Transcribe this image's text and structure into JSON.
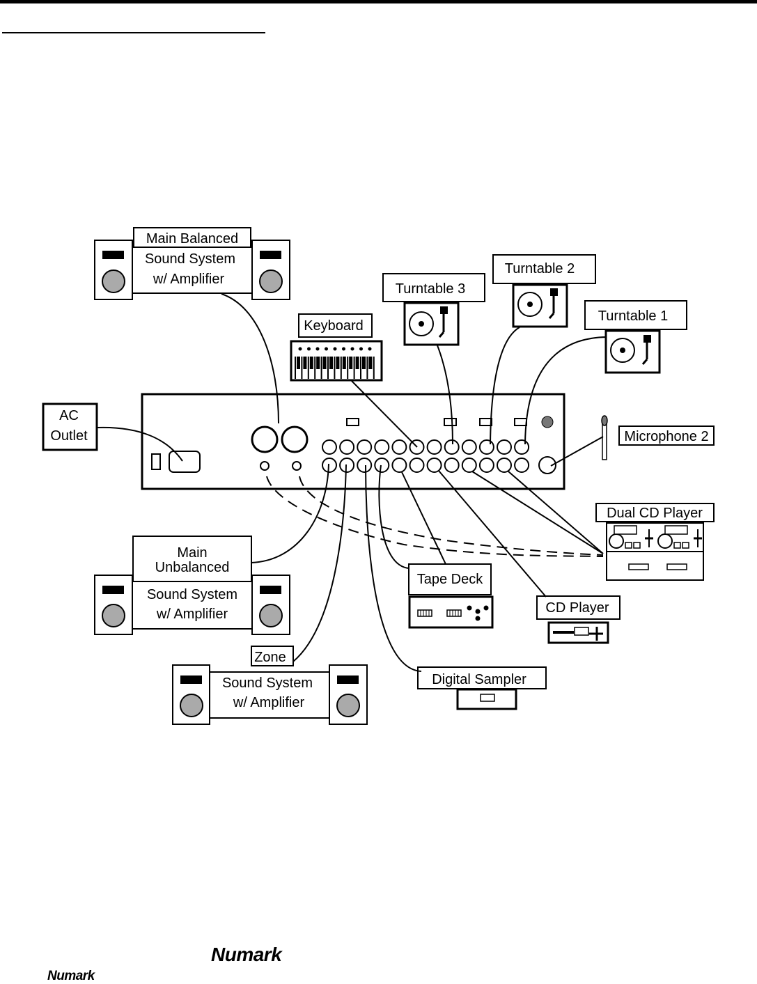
{
  "labels": {
    "main_balanced_title": "Main Balanced",
    "main_balanced_line1": "Sound System",
    "main_balanced_line2": "w/ Amplifier",
    "main_unbalanced_title_1": "Main",
    "main_unbalanced_title_2": "Unbalanced",
    "main_unbalanced_line1": "Sound System",
    "main_unbalanced_line2": "w/ Amplifier",
    "zone_title": "Zone",
    "zone_line1": "Sound System",
    "zone_line2": "w/ Amplifier",
    "ac_outlet_1": "AC",
    "ac_outlet_2": "Outlet",
    "keyboard": "Keyboard",
    "turntable_3": "Turntable 3",
    "turntable_2": "Turntable 2",
    "turntable_1": "Turntable 1",
    "microphone_2": "Microphone 2",
    "dual_cd_player": "Dual  CD  Player",
    "tape_deck": "Tape Deck",
    "cd_player": "CD Player",
    "digital_sampler": "Digital Sampler"
  },
  "footer": {
    "logo_large": "Numark",
    "logo_small": "Numark"
  }
}
